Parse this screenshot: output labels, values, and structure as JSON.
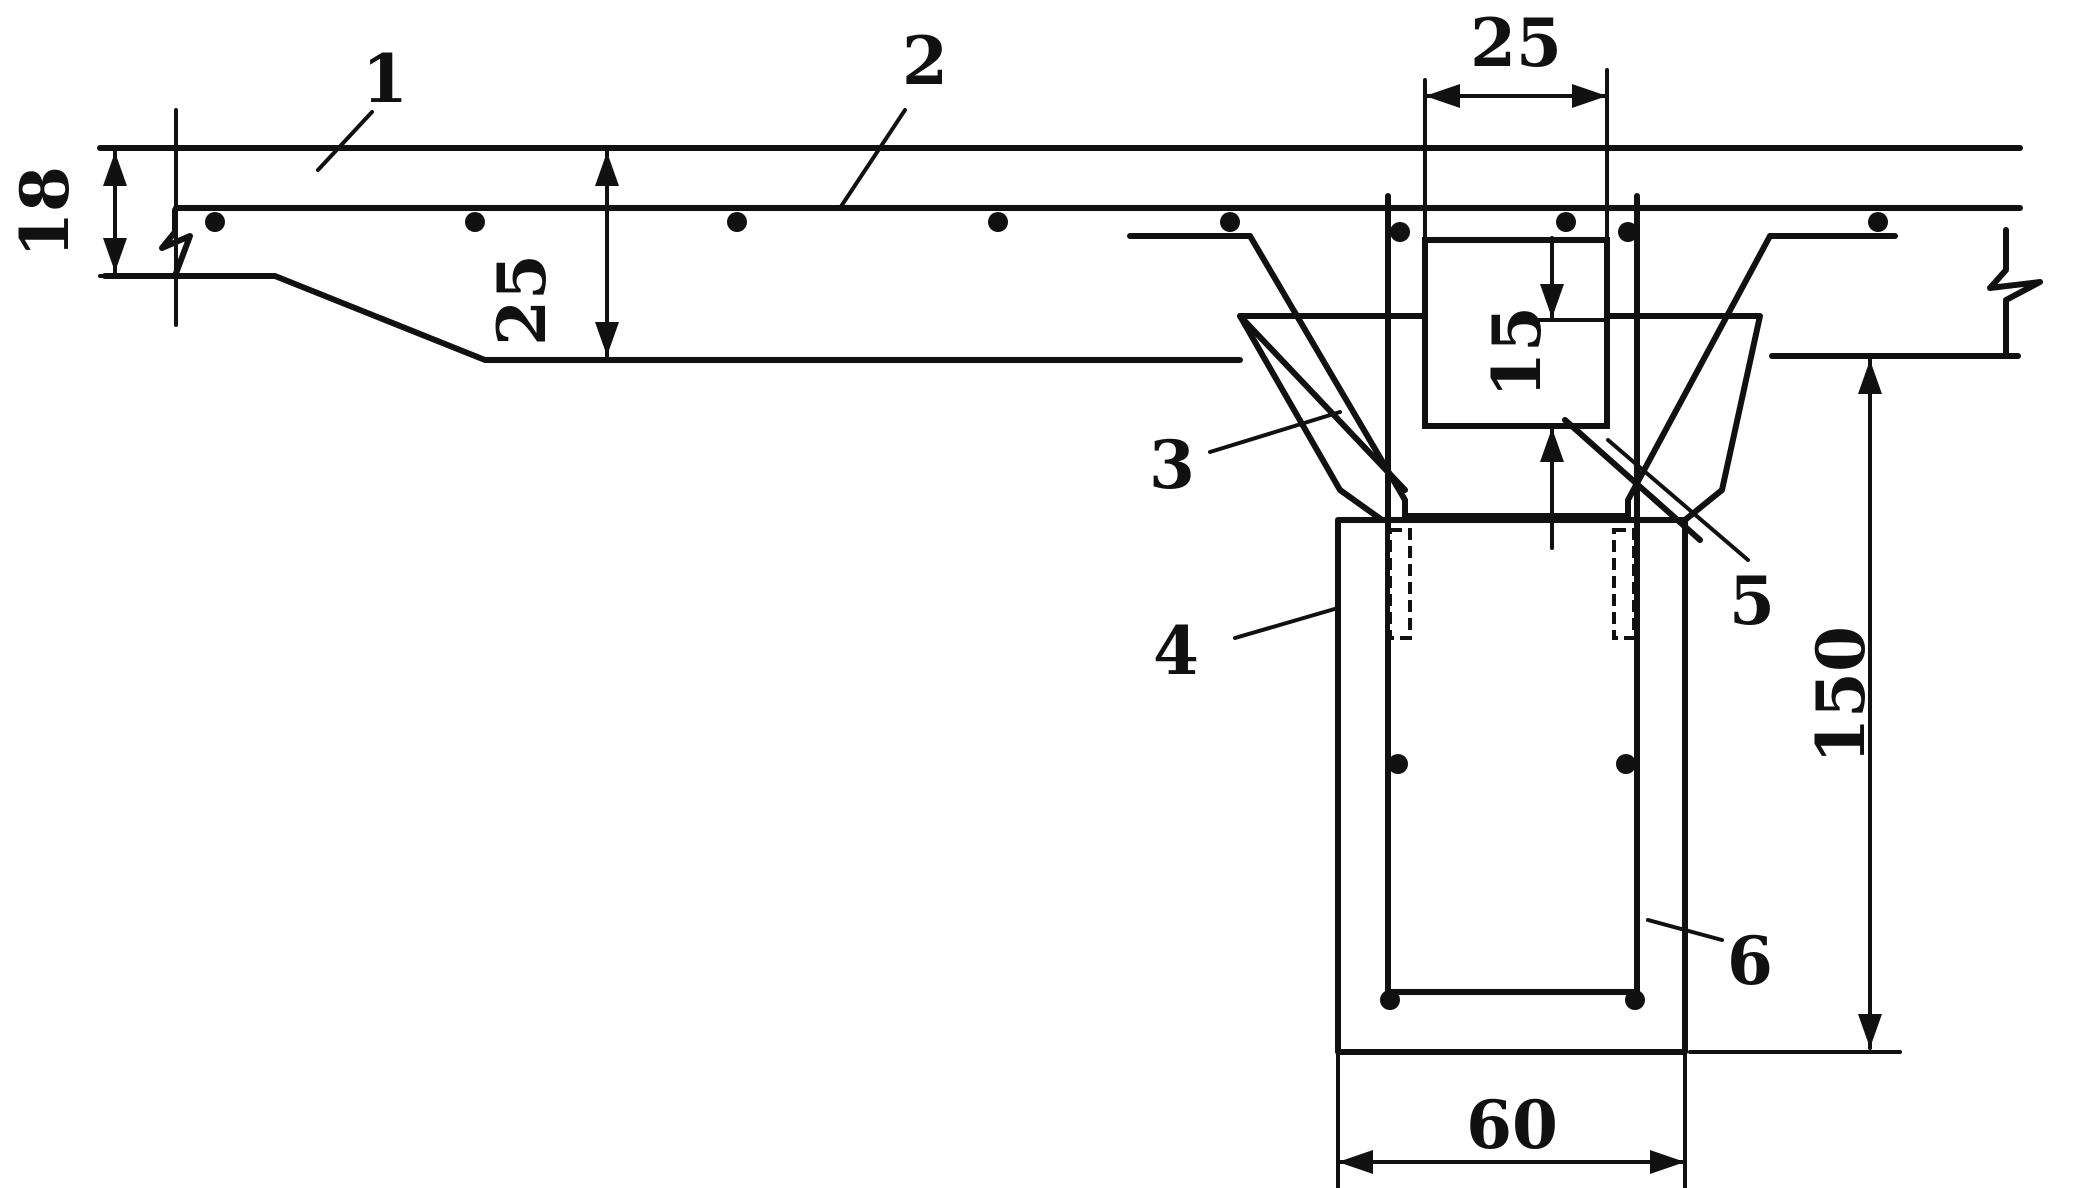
{
  "colors": {
    "ink": "#111111",
    "background": "#ffffff"
  },
  "dimensions": {
    "top_width": "25",
    "slab_thickness": "18",
    "deck_depth": "25",
    "joint_depth": "15",
    "beam_height": "150",
    "beam_width": "60"
  },
  "callouts": {
    "c1": "1",
    "c2": "2",
    "c3": "3",
    "c4": "4",
    "c5": "5",
    "c6": "6"
  }
}
